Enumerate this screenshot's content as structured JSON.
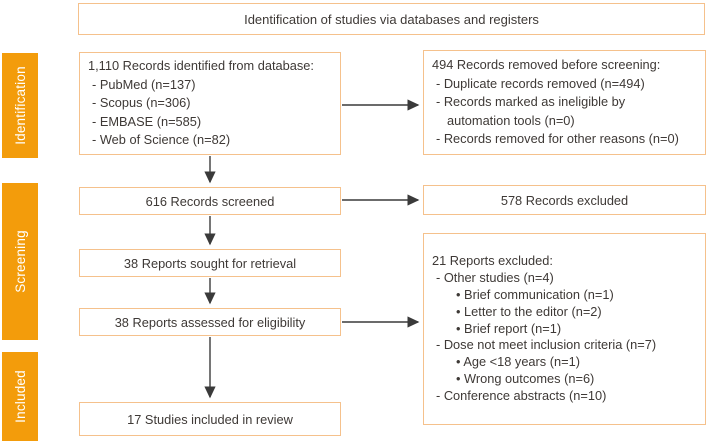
{
  "colors": {
    "accent_orange": "#F39C0B",
    "box_border": "#F5C18C",
    "text": "#3E3936",
    "arrow": "#3A3A3A"
  },
  "header": {
    "title": "Identification of studies via databases and registers"
  },
  "sidebar": {
    "stages": [
      {
        "label": "Identification"
      },
      {
        "label": "Screening"
      },
      {
        "label": "Included"
      }
    ]
  },
  "boxes": {
    "identified": {
      "lines": [
        "1,110 Records identified from database:",
        "- PubMed (n=137)",
        "- Scopus (n=306)",
        "- EMBASE (n=585)",
        "- Web of Science (n=82)"
      ]
    },
    "removed": {
      "lines": [
        "494 Records removed before screening:",
        "- Duplicate records removed (n=494)",
        "- Records marked as ineligible by",
        "automation tools (n=0)",
        "- Records removed for other reasons (n=0)"
      ]
    },
    "screened": {
      "label": "616 Records screened"
    },
    "records_excluded": {
      "label": "578 Records excluded"
    },
    "sought": {
      "label": "38 Reports sought for retrieval"
    },
    "assessed": {
      "label": "38 Reports assessed for eligibility"
    },
    "reports_excluded": {
      "lines": [
        "21 Reports excluded:",
        "- Other studies (n=4)",
        "• Brief communication (n=1)",
        "• Letter to the editor (n=2)",
        "• Brief report (n=1)",
        "- Dose not meet inclusion criteria (n=7)",
        "• Age <18 years (n=1)",
        "• Wrong outcomes (n=6)",
        "- Conference abstracts (n=10)"
      ]
    },
    "included": {
      "label": "17 Studies included in review"
    }
  }
}
